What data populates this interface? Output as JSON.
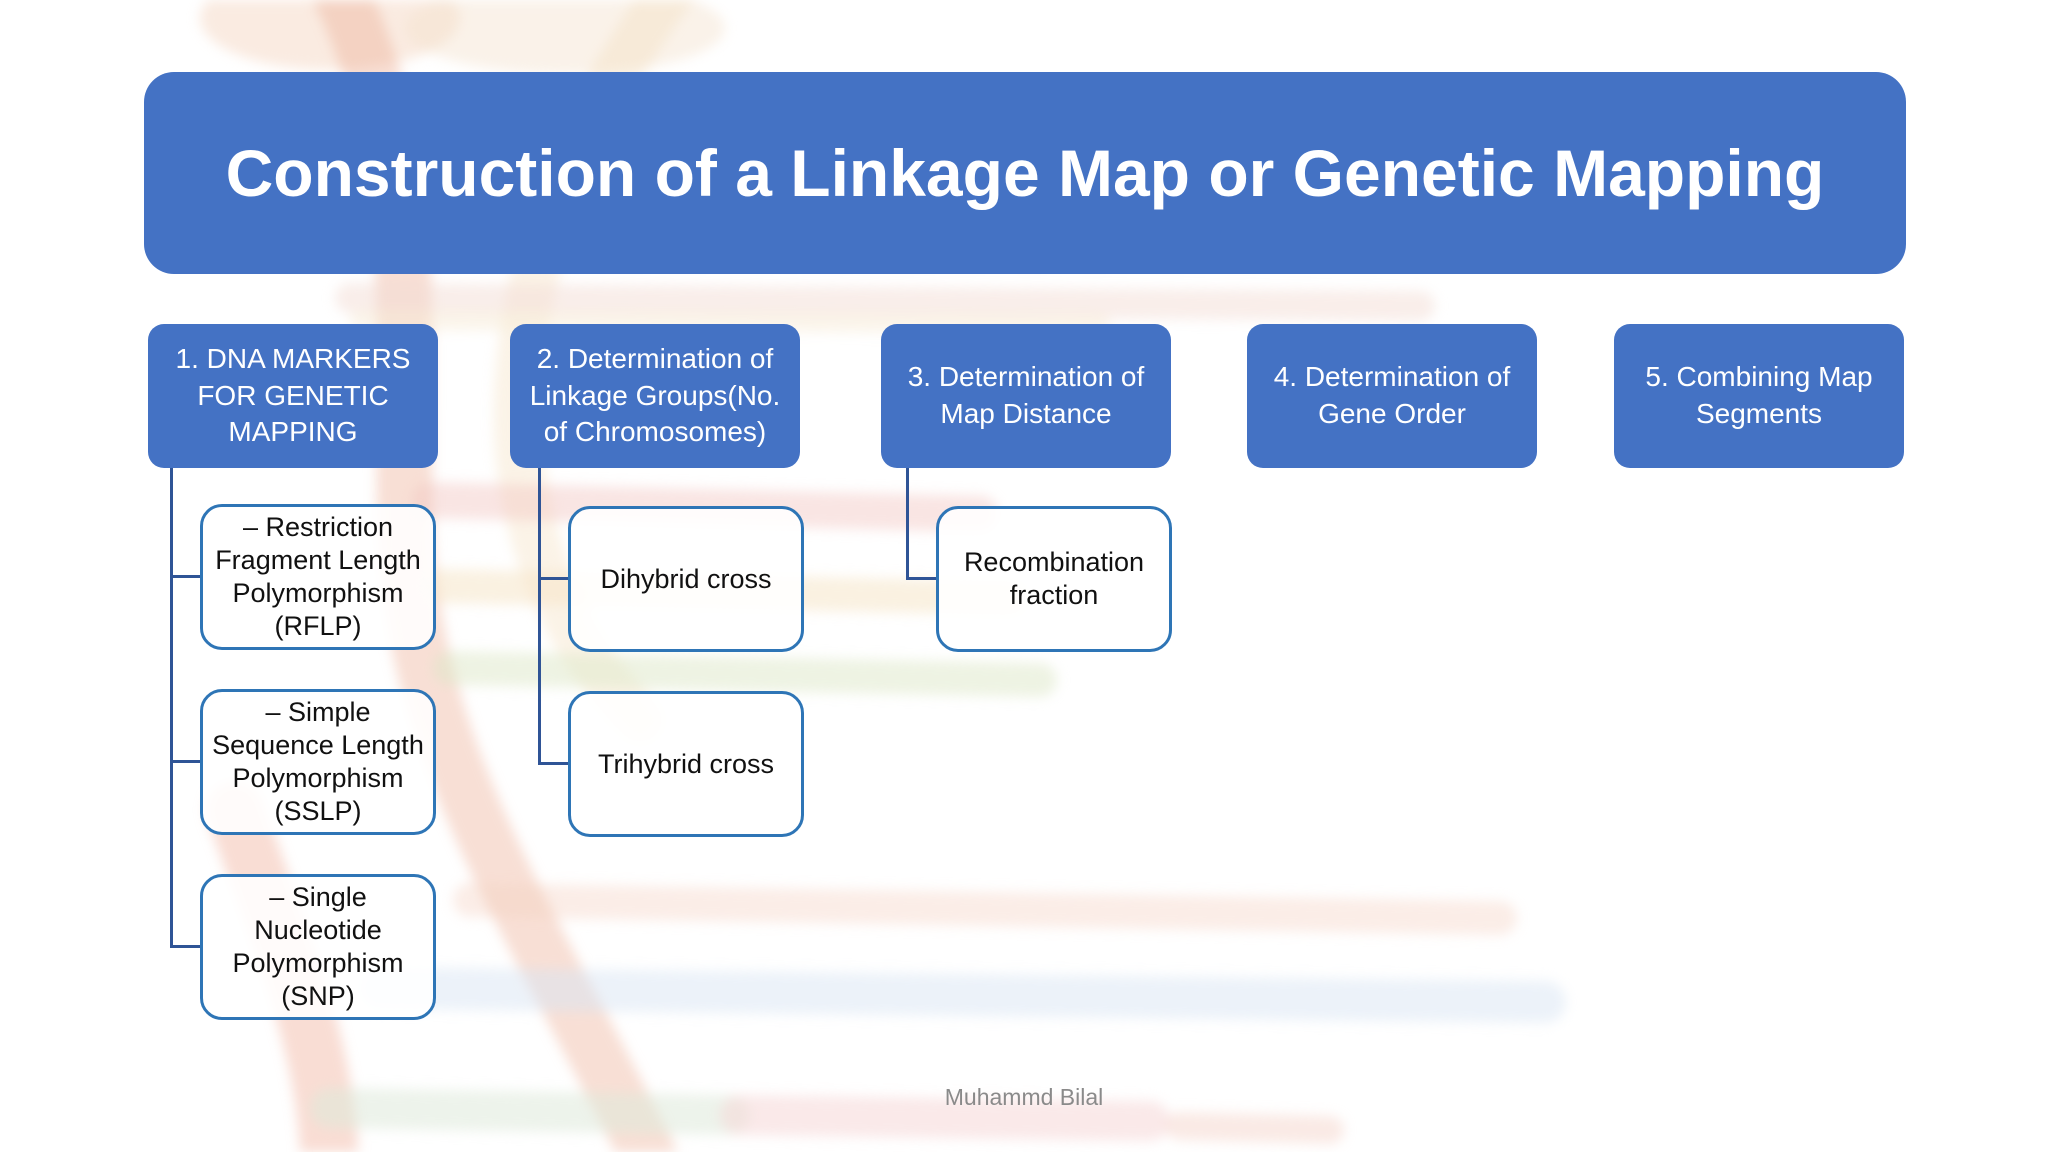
{
  "slide": {
    "title": "Construction of a Linkage Map or Genetic Mapping",
    "footer": "Muhammd Bilal"
  },
  "colors": {
    "accent_blue": "#4472C4",
    "connector_blue": "#2F5496",
    "subbox_border_blue": "#2E75B6",
    "footer_gray": "#8A8A8A",
    "background": "#FFFFFF"
  },
  "stages": [
    {
      "label": "1. DNA MARKERS FOR GENETIC MAPPING",
      "children": [
        {
          "label": "– Restriction Fragment Length Polymorphism (RFLP)"
        },
        {
          "label": "– Simple Sequence Length Polymorphism (SSLP)"
        },
        {
          "label": "– Single Nucleotide Polymorphism (SNP)"
        }
      ]
    },
    {
      "label": "2. Determination of Linkage Groups(No. of Chromosomes)",
      "children": [
        {
          "label": "Dihybrid cross"
        },
        {
          "label": "Trihybrid cross"
        }
      ]
    },
    {
      "label": "3. Determination of Map Distance",
      "children": [
        {
          "label": "Recombination fraction"
        }
      ]
    },
    {
      "label": "4. Determination of Gene Order",
      "children": []
    },
    {
      "label": "5. Combining Map Segments",
      "children": []
    }
  ]
}
